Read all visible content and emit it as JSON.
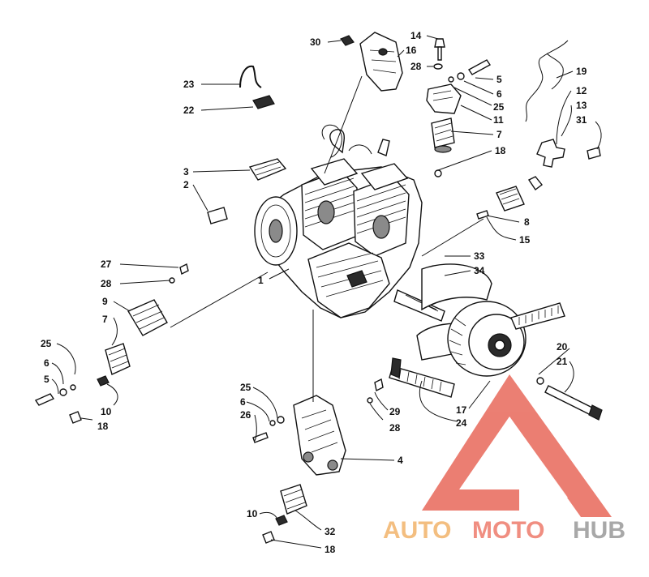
{
  "diagram": {
    "callouts": [
      {
        "id": "c30",
        "text": "30"
      },
      {
        "id": "c16",
        "text": "16"
      },
      {
        "id": "c14",
        "text": "14"
      },
      {
        "id": "c28a",
        "text": "28"
      },
      {
        "id": "c5a",
        "text": "5"
      },
      {
        "id": "c6a",
        "text": "6"
      },
      {
        "id": "c25a",
        "text": "25"
      },
      {
        "id": "c11",
        "text": "11"
      },
      {
        "id": "c7a",
        "text": "7"
      },
      {
        "id": "c18a",
        "text": "18"
      },
      {
        "id": "c19",
        "text": "19"
      },
      {
        "id": "c12",
        "text": "12"
      },
      {
        "id": "c13",
        "text": "13"
      },
      {
        "id": "c31",
        "text": "31"
      },
      {
        "id": "c23",
        "text": "23"
      },
      {
        "id": "c22",
        "text": "22"
      },
      {
        "id": "c3",
        "text": "3"
      },
      {
        "id": "c2",
        "text": "2"
      },
      {
        "id": "c8",
        "text": "8"
      },
      {
        "id": "c15",
        "text": "15"
      },
      {
        "id": "c33",
        "text": "33"
      },
      {
        "id": "c34",
        "text": "34"
      },
      {
        "id": "c27",
        "text": "27"
      },
      {
        "id": "c28b",
        "text": "28"
      },
      {
        "id": "c1",
        "text": "1"
      },
      {
        "id": "c9",
        "text": "9"
      },
      {
        "id": "c7b",
        "text": "7"
      },
      {
        "id": "c25b",
        "text": "25"
      },
      {
        "id": "c6b",
        "text": "6"
      },
      {
        "id": "c5b",
        "text": "5"
      },
      {
        "id": "c10a",
        "text": "10"
      },
      {
        "id": "c18b",
        "text": "18"
      },
      {
        "id": "c20",
        "text": "20"
      },
      {
        "id": "c21",
        "text": "21"
      },
      {
        "id": "c25c",
        "text": "25"
      },
      {
        "id": "c6c",
        "text": "6"
      },
      {
        "id": "c26",
        "text": "26"
      },
      {
        "id": "c29",
        "text": "29"
      },
      {
        "id": "c28c",
        "text": "28"
      },
      {
        "id": "c17",
        "text": "17"
      },
      {
        "id": "c24",
        "text": "24"
      },
      {
        "id": "c4",
        "text": "4"
      },
      {
        "id": "c10b",
        "text": "10"
      },
      {
        "id": "c32",
        "text": "32"
      },
      {
        "id": "c18c",
        "text": "18"
      }
    ]
  },
  "watermark": {
    "word_part1": "AUTO",
    "word_part2": "MOTO",
    "word_part3": "HUB",
    "colors": {
      "triangle": "#e8685a",
      "auto": "#f2b36b",
      "moto": "#ee7b6c",
      "hub": "#9a9a9a"
    }
  }
}
